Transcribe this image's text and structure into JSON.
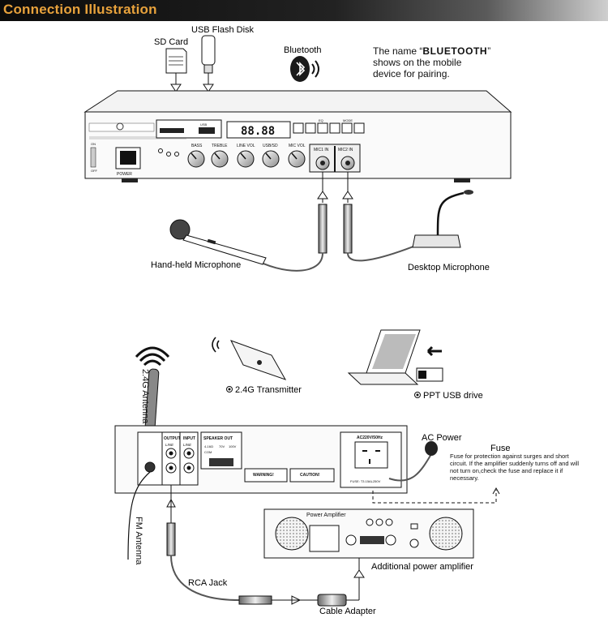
{
  "header": {
    "title": "Connection Illustration"
  },
  "labels": {
    "sd_card": "SD Card",
    "usb_flash_disk": "USB Flash Disk",
    "bluetooth": "Bluetooth",
    "bt_note_pre": "The name “",
    "bt_note_name": "BLUETOOTH",
    "bt_note_post": "”",
    "bt_note_line2": "shows on the mobile",
    "bt_note_line3": "device for pairing.",
    "handheld_mic": "Hand-held Microphone",
    "desktop_mic": "Desktop Microphone",
    "antenna_24g": "2.4G Antenna",
    "transmitter_24g": "2.4G Transmitter",
    "ppt_usb": "PPT USB drive",
    "ac_power": "AC Power",
    "fuse": "Fuse",
    "fuse_note": "Fuse for protection against surges and short circuit. If the amplifier suddenly turns off and will not turn on,check the fuse and replace it if necessary.",
    "fm_antenna": "FM Antenna",
    "rca_jack": "RCA Jack",
    "cable_adapter": "Cable Adapter",
    "power_amplifier": "Power Amplifier",
    "additional_amp": "Additional power amplifier"
  },
  "front_panel": {
    "knobs": [
      "BASS",
      "TREBLE",
      "LINE VOL",
      "USB/SD",
      "MIC VOL"
    ],
    "mic_inputs": [
      "MIC1 IN",
      "MIC2 IN"
    ],
    "power_label": "POWER",
    "on_label": "ON",
    "off_label": "OFF",
    "usb_label": "USB",
    "mode_label": "MODE",
    "eq_label": "EQ",
    "display": "88.88"
  },
  "rear_panel": {
    "sections": [
      "OUTPUT",
      "INPUT",
      "SPEAKER OUT"
    ],
    "line_labels": [
      "LINE",
      "LINE"
    ],
    "impedance": [
      "4-16Ω",
      "70V",
      "100V"
    ],
    "com_label": "COM",
    "warning": "WARNING!",
    "caution": "CAUTION!",
    "ac_rating": "AC220V/50Hz",
    "fuse_rating": "FUSE: T3.15AL250V"
  },
  "colors": {
    "accent": "#e8a23c",
    "line": "#111111",
    "cable": "#555555"
  }
}
